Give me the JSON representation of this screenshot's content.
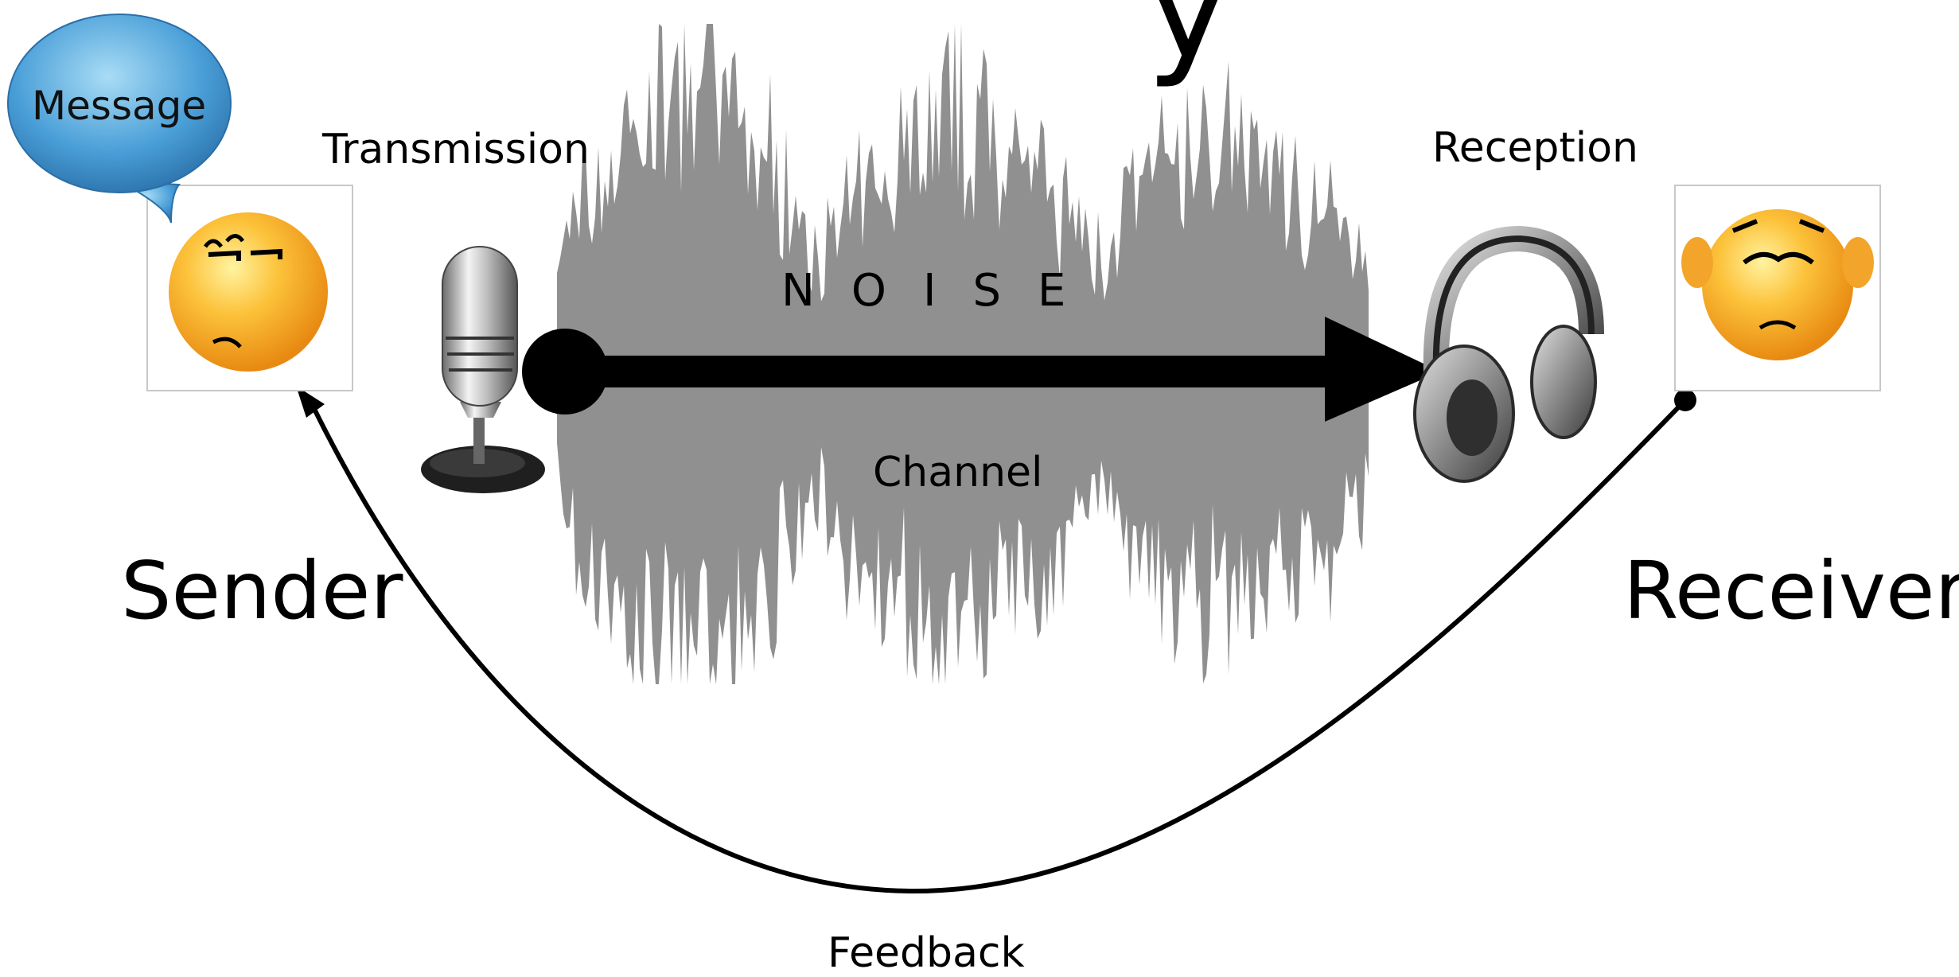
{
  "title_partial": "y",
  "labels": {
    "message": "Message",
    "transmission": "Transmission",
    "reception": "Reception",
    "noise": "NOISE",
    "channel": "Channel",
    "sender": "Sender",
    "receiver": "Receiver",
    "feedback": "Feedback"
  },
  "icons": {
    "sender": "annoyed-smiley-icon",
    "receiver": "shrugging-smiley-icon",
    "transmitter": "microphone-icon",
    "receiver_device": "headphones-icon",
    "message": "speech-bubble-icon",
    "noise": "sound-waveform"
  },
  "colors": {
    "smiley": "#f5a623",
    "bubble": "#4a9fd8",
    "waveform": "#8a8a8a",
    "arrow": "#000000"
  }
}
